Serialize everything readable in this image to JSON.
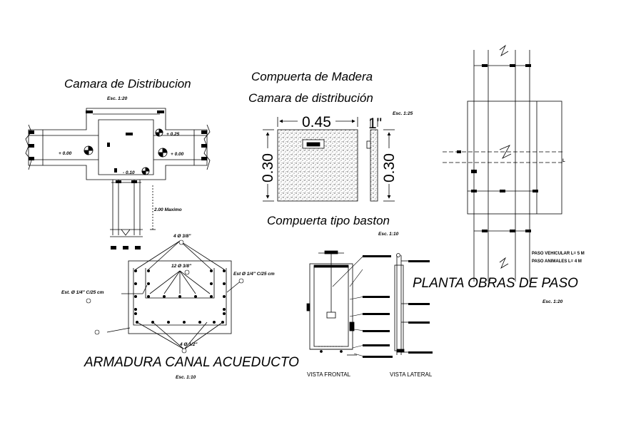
{
  "camara": {
    "title": "Camara de Distribucion",
    "scale": "Esc. 1:20",
    "lvl_025": "+ 0.25",
    "lvl_000_left": "+ 0.00",
    "lvl_000_right": "+ 0.00",
    "lvl_010": "- 0.10",
    "max_label": "2.00 Maximo"
  },
  "compuerta": {
    "title_line1": "Compuerta de Madera",
    "title_line2": "Camara de distribución",
    "scale": "Esc. 1:25",
    "width_dim": "0.45",
    "height_dim_left": "0.30",
    "height_dim_right": "0.30",
    "thickness": "1\""
  },
  "baston": {
    "title": "Compuerta tipo baston",
    "scale": "Esc. 1:10",
    "front_label": "VISTA FRONTAL",
    "side_label": "VISTA LATERAL"
  },
  "armadura": {
    "title": "ARMADURA CANAL ACUEDUCTO",
    "scale": "Esc. 1:10",
    "top_bars": "4 Ø 3/8\"",
    "mid_bars": "12 Ø 3/8\"",
    "stirrup_left": "Est. Ø 1/4\" C/25 cm",
    "stirrup_right": "Est Ø 1/4\" C/25 cm",
    "bottom_bars": "4 Ø 1/2\""
  },
  "planta": {
    "title": "PLANTA OBRAS DE PASO",
    "scale": "Esc. 1:20",
    "l_label": "L",
    "vehicular": "PASO VEHICULAR L= 5 M",
    "animales": "PASO ANIMALES L= 4 M"
  }
}
